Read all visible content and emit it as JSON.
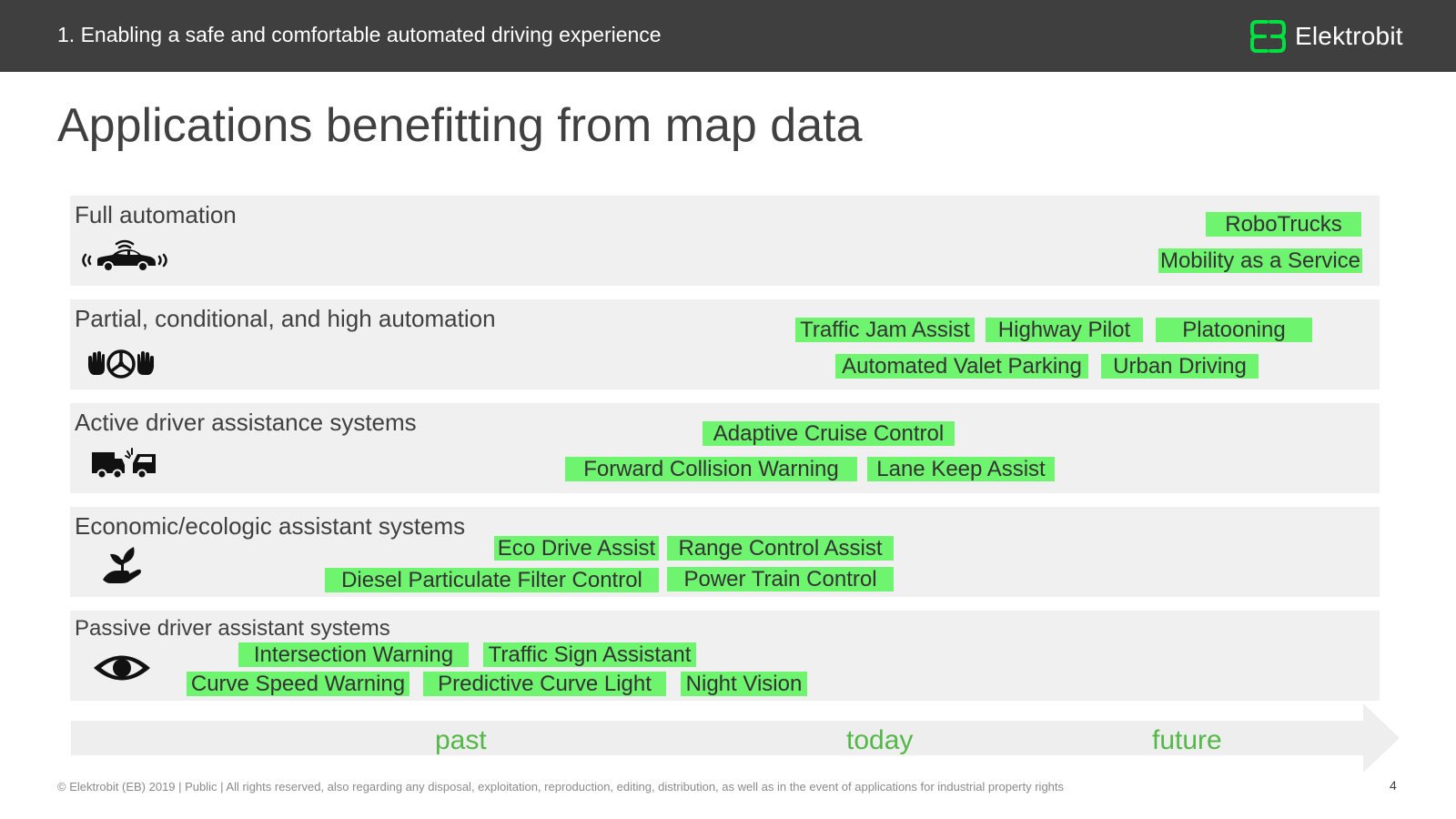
{
  "header": {
    "title": "1. Enabling a safe and comfortable automated driving experience",
    "logo_text": "Elektrobit",
    "logo_icon": "eb-logo-mark",
    "logo_color": "#00e040"
  },
  "slide": {
    "title": "Applications benefitting from map data"
  },
  "bands": [
    {
      "label": "Full automation",
      "icon": "autonomous-car-icon",
      "apps": [
        "RoboTrucks",
        "Mobility as a Service"
      ]
    },
    {
      "label": "Partial, conditional, and high automation",
      "icon": "hands-off-steering-wheel-icon",
      "apps": [
        "Traffic Jam Assist",
        "Highway Pilot",
        "Platooning",
        "Automated Valet Parking",
        "Urban Driving"
      ]
    },
    {
      "label": "Active driver assistance systems",
      "icon": "vehicle-collision-icon",
      "apps": [
        "Adaptive Cruise Control",
        "Forward Collision Warning",
        "Lane Keep Assist"
      ]
    },
    {
      "label": "Economic/ecologic assistant systems",
      "icon": "hand-with-plant-icon",
      "apps": [
        "Eco Drive Assist",
        "Range Control Assist",
        "Diesel Particulate Filter Control",
        "Power Train Control"
      ]
    },
    {
      "label": "Passive driver assistant systems",
      "icon": "eye-icon",
      "apps": [
        "Intersection Warning",
        "Traffic Sign Assistant",
        "Curve Speed Warning",
        "Predictive Curve Light",
        "Night Vision"
      ]
    }
  ],
  "timeline": {
    "labels": [
      "past",
      "today",
      "future"
    ],
    "label_color": "#54b848"
  },
  "colors": {
    "header_bg": "#3f3f3f",
    "band_bg": "#f0f0f0",
    "tag_bg": "#6ff46f"
  },
  "footer": {
    "text": "© Elektrobit (EB) 2019 | Public | All rights reserved, also regarding any disposal, exploitation, reproduction, editing, distribution, as well as in the event of applications for industrial property rights",
    "page_number": "4"
  }
}
